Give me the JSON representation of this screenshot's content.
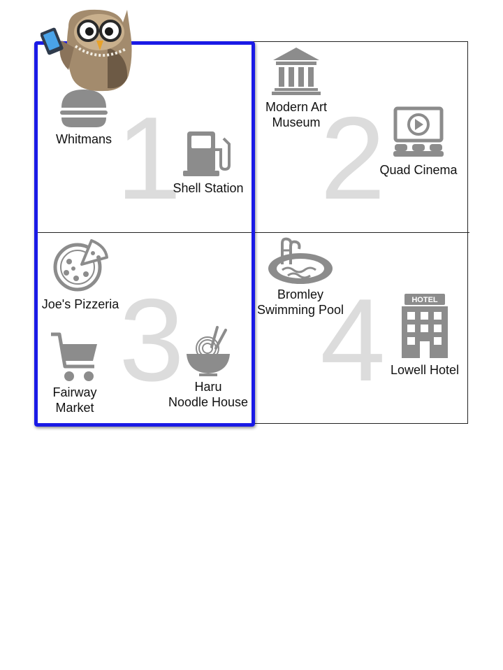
{
  "colors": {
    "highlight": "#1a1ae6",
    "grid": "#222222",
    "icon": "#8c8c8c",
    "quadrant_number": "#dcdcdc"
  },
  "quadrants": [
    {
      "number": "1"
    },
    {
      "number": "2"
    },
    {
      "number": "3"
    },
    {
      "number": "4"
    }
  ],
  "places": {
    "whitmans": {
      "label": "Whitmans",
      "icon": "burger-icon"
    },
    "shell_station": {
      "label": "Shell Station",
      "icon": "gas-pump-icon"
    },
    "modern_art_museum": {
      "label_line1": "Modern Art",
      "label_line2": "Museum",
      "icon": "museum-icon"
    },
    "quad_cinema": {
      "label": "Quad Cinema",
      "icon": "cinema-icon"
    },
    "joes_pizzeria": {
      "label": "Joe's Pizzeria",
      "icon": "pizza-icon"
    },
    "fairway_market": {
      "label_line1": "Fairway",
      "label_line2": "Market",
      "icon": "shopping-cart-icon"
    },
    "haru_noodle_house": {
      "label_line1": "Haru",
      "label_line2": "Noodle House",
      "icon": "noodle-bowl-icon"
    },
    "bromley_pool": {
      "label_line1": "Bromley",
      "label_line2": "Swimming Pool",
      "icon": "swimming-pool-icon"
    },
    "lowell_hotel": {
      "label": "Lowell Hotel",
      "icon": "hotel-icon",
      "sign_text": "HOTEL"
    }
  },
  "mascot": {
    "icon": "owl-mascot-icon"
  }
}
